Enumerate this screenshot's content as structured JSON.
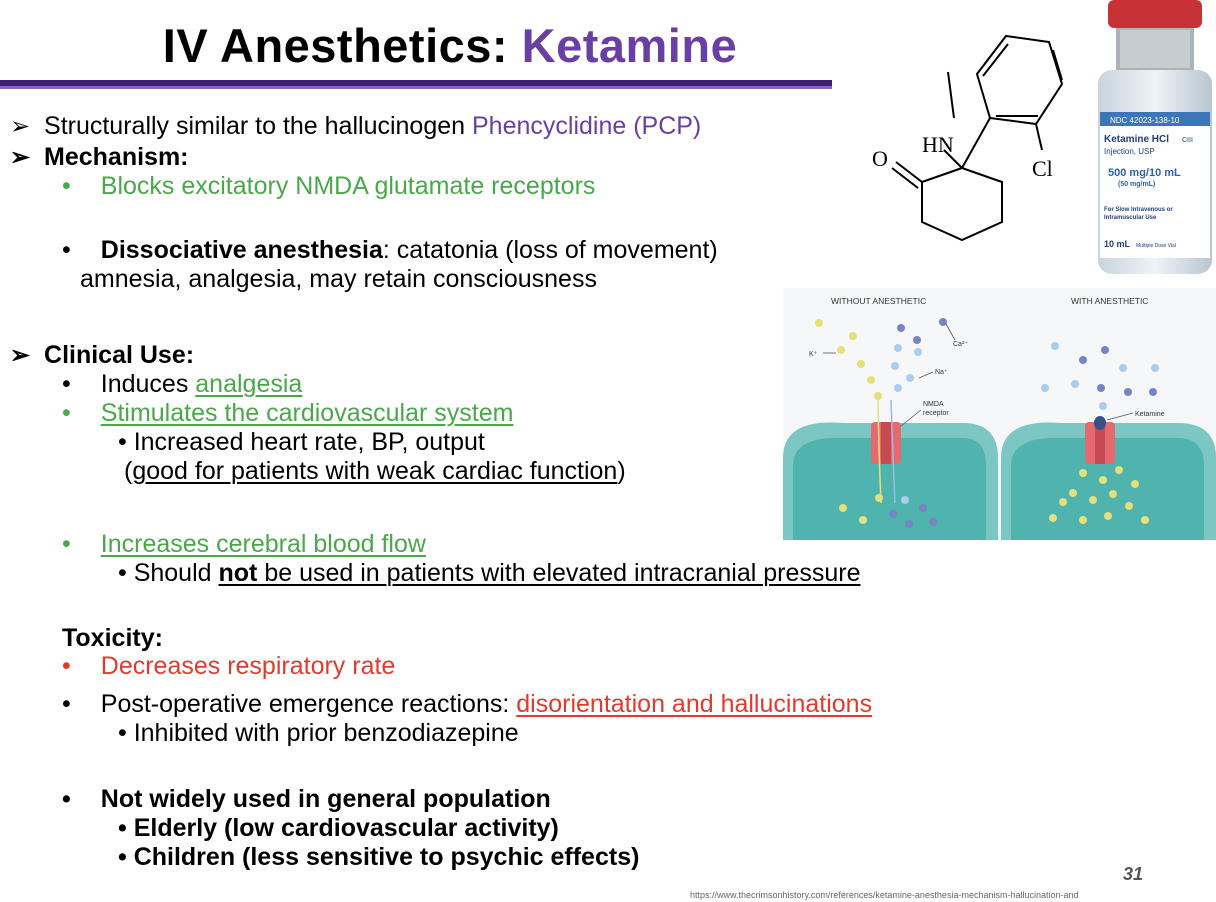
{
  "title": {
    "prefix": "IV Anesthetics: ",
    "accent": "Ketamine",
    "accent_color": "#6a3fa3"
  },
  "bullets": {
    "structural_prefix": "Structurally similar to the hallucinogen ",
    "structural_highlight": "Phencyclidine (PCP)",
    "mechanism_heading": "Mechanism:",
    "mechanism_item1": "Blocks excitatory NMDA glutamate receptors",
    "dissociative_bold": "Dissociative anesthesia",
    "dissociative_rest": ": catatonia (loss of movement)",
    "dissociative_line2": "amnesia, analgesia, may retain consciousness",
    "clinical_heading": "Clinical Use:",
    "induces_prefix": "Induces ",
    "induces_link": "analgesia",
    "stimulates": "Stimulates the cardiovascular system",
    "increased": "• Increased heart rate, BP, output",
    "good_open": "(",
    "good_text": "good for patients with weak cardiac function",
    "good_close": ")",
    "cerebral": "Increases cerebral blood flow",
    "should_prefix": "• Should ",
    "should_bold": "not",
    "should_rest": " be used in patients with elevated intracranial pressure",
    "toxicity_heading": "Toxicity:",
    "resp": "Decreases respiratory rate",
    "postop_prefix": "Post-operative emergence reactions: ",
    "postop_red": "disorientation and hallucinations",
    "inhibited": "• Inhibited with prior benzodiazepine",
    "not_widely": "Not widely used in general population",
    "elderly": "• Elderly (low cardiovascular activity)",
    "children": "• Children (less sensitive to psychic effects)"
  },
  "molecule": {
    "hn": "HN",
    "o": "O",
    "cl": "Cl"
  },
  "vial": {
    "ndc": "NDC 42023-138-10",
    "name": "Ketamine HCl",
    "schedule": "CIII",
    "injection": "Injection, USP",
    "dose": "500 mg/10 mL",
    "conc": "(50 mg/mL)",
    "route1": "For Slow Intravenous or",
    "route2": "Intramuscular Use",
    "size": "10 mL",
    "multi": "Multiple Dose Vial"
  },
  "diagram": {
    "left_title": "WITHOUT ANESTHETIC",
    "right_title": "WITH ANESTHETIC",
    "k": "K⁺",
    "ca": "Ca²⁺",
    "na": "Na⁺",
    "nmda1": "NMDA",
    "nmda2": "receptor",
    "ketamine": "Ketamine"
  },
  "page_number": "31",
  "source_url": "https://www.thecrimsonhistory.com/references/ketamine-anesthesia-mechanism-hallucination-and"
}
